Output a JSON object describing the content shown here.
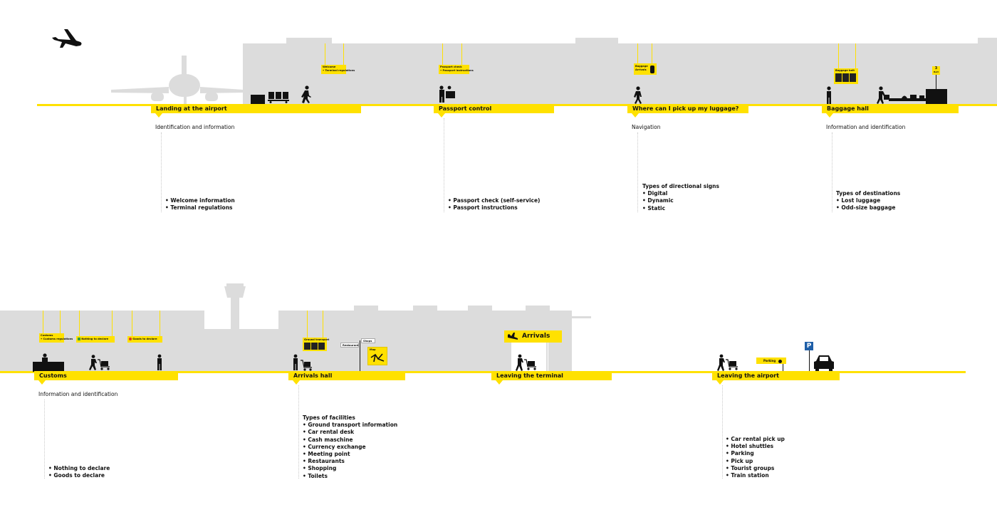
{
  "stages": [
    {
      "label": "Landing at the airport",
      "subtitle": "Identification and information",
      "items": [
        "Welcome information",
        "Terminal regulations"
      ]
    },
    {
      "label": "Passport control",
      "items": [
        "Passport check (self-service)",
        "Passport instructions"
      ]
    },
    {
      "label": "Where can I pick up my luggage?",
      "subtitle": "Navigation",
      "heading": "Types of directional signs",
      "items": [
        "Digital",
        "Dynamic",
        "Static"
      ]
    },
    {
      "label": "Baggage hall",
      "subtitle": "Information and identification",
      "heading": "Types of destinations",
      "items": [
        "Lost luggage",
        "Odd-size baggage"
      ]
    },
    {
      "label": "Customs",
      "subtitle": "Information and identification",
      "items": [
        "Nothing to declare",
        "Goods to declare"
      ]
    },
    {
      "label": "Arrivals hall",
      "heading": "Types of facilities",
      "items": [
        "Ground transport information",
        "Car rental desk",
        "Cash maschine",
        "Currency exchange",
        "Meeting point",
        "Restaurants",
        "Shopping",
        "Toilets"
      ]
    },
    {
      "label": "Leaving the terminal"
    },
    {
      "label": "Leaving the airport",
      "items": [
        "Car rental pick up",
        "Hotel shuttles",
        "Parking",
        "Pick up",
        "Tourist groups",
        "Train station"
      ]
    }
  ],
  "signs": {
    "welcome": [
      "Welcome",
      "• Terminal regulations"
    ],
    "passport": [
      "Passport check",
      "• Passport instructions"
    ],
    "baggage": [
      "Baggage",
      "Arrivals"
    ],
    "baggage_belt": [
      "Baggage belt"
    ],
    "belt_number": [
      "3",
      "Belt"
    ],
    "customs": [
      "Customs",
      "• Customs regulations"
    ],
    "nothing": [
      "Nothing to declare"
    ],
    "goods": [
      "Goods to declare"
    ],
    "ground": [
      "Ground transport"
    ],
    "restaurant": [
      "Restaurant"
    ],
    "shops": [
      "Shops"
    ],
    "map": [
      "Map"
    ],
    "arrivals": [
      "Arrivals"
    ],
    "parking": [
      "Parking"
    ],
    "p": [
      "P"
    ]
  },
  "colors": {
    "accent": "#ffe100",
    "building": "#dcdcdc",
    "icon": "#111111",
    "status_green": "#2e9e3e",
    "status_red": "#e0342a",
    "parking_blue": "#1f5fa8"
  }
}
